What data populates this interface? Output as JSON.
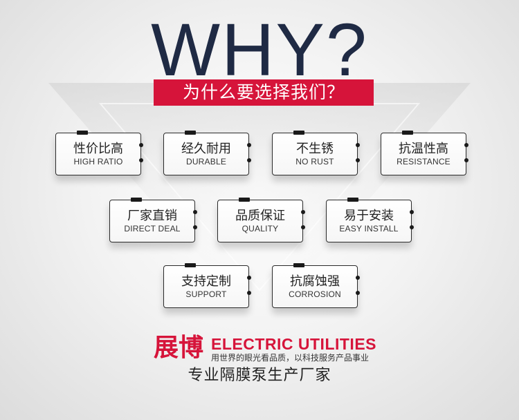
{
  "header": {
    "title": "WHY?",
    "subtitle": "为什么要选择我们？"
  },
  "features": [
    {
      "cn": "性价比高",
      "en": "HIGH RATIO"
    },
    {
      "cn": "经久耐用",
      "en": "DURABLE"
    },
    {
      "cn": "不生锈",
      "en": "NO RUST"
    },
    {
      "cn": "抗温性高",
      "en": "RESISTANCE"
    },
    {
      "cn": "厂家直销",
      "en": "DIRECT DEAL"
    },
    {
      "cn": "品质保证",
      "en": "QUALITY"
    },
    {
      "cn": "易于安装",
      "en": "EASY INSTALL"
    },
    {
      "cn": "支持定制",
      "en": "SUPPORT"
    },
    {
      "cn": "抗腐蚀强",
      "en": "CORROSION"
    }
  ],
  "brand": {
    "name_cn": "展博",
    "name_en": "ELECTRIC UTILITIES",
    "slogan": "用世界的眼光看品质，以科技服务产品事业",
    "tagline": "专业隔膜泵生产厂家"
  },
  "colors": {
    "accent": "#d6143a",
    "title": "#1f2a44",
    "card_border": "#2a2a2a"
  }
}
